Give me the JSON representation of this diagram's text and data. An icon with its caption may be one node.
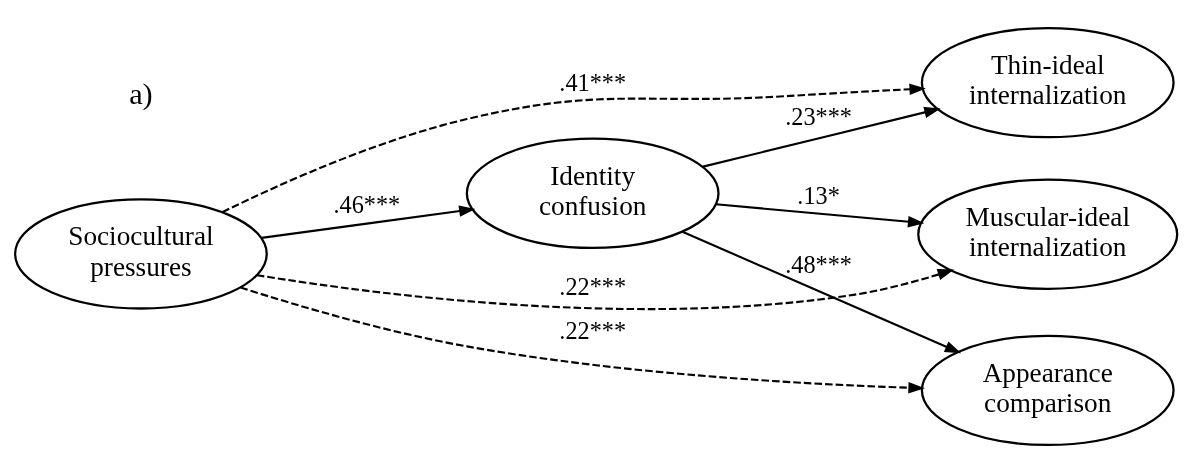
{
  "diagram": {
    "nodes": [
      {
        "text": [
          "Sociocultural pressures"
        ]
      },
      {
        "text": [
          "Thin-ideal internalization"
        ]
      },
      {
        "text": [
          "Muscular-ideal internalization"
        ]
      },
      {
        "text": [
          "Identity confusion"
        ]
      },
      {
        "text": [
          "Appearance comparison"
        ]
      }
    ],
    "edges": [
      {
        "from": 0,
        "to": 1,
        "arrow": "to",
        "label": ".41***",
        "style": "dashed"
      },
      {
        "from": 0,
        "to": 2,
        "arrow": "to",
        "label": ".22***",
        "style": "dashed"
      },
      {
        "from": 0,
        "to": 4,
        "arrow": "to",
        "label": ".22***",
        "style": "dashed"
      },
      {
        "from": 0,
        "to": 3,
        "arrow": "to",
        "label": ".46***"
      },
      {
        "from": 3,
        "to": 1,
        "arrow": "to",
        "label": ".23***"
      },
      {
        "from": 3,
        "to": 2,
        "arrow": "to",
        "label": ".13*"
      },
      {
        "from": 3,
        "to": 4,
        "arrow": "to",
        "label": ".48***"
      }
    ],
    "labels": [
      "a)"
    ]
  }
}
